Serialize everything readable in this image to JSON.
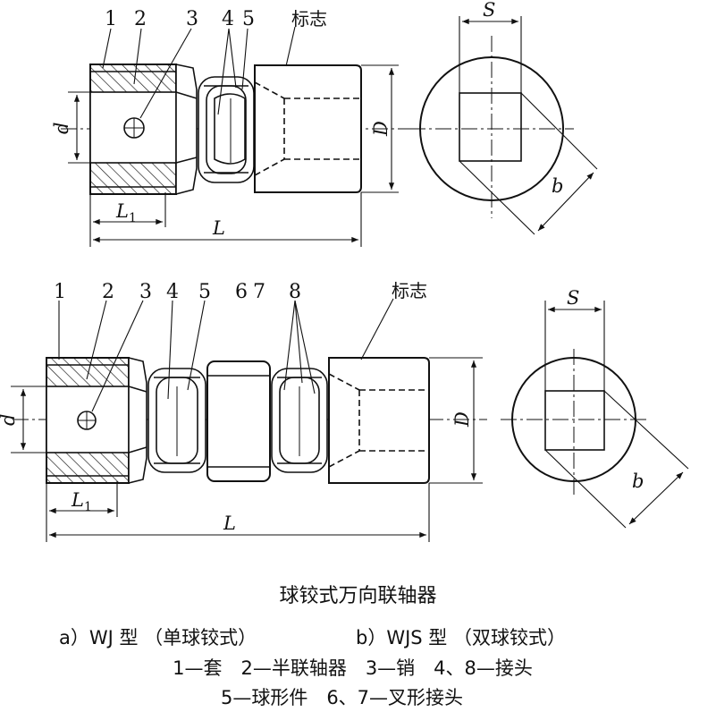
{
  "part_numbers_a": [
    "1",
    "2",
    "3",
    "4",
    "5"
  ],
  "part_numbers_b": [
    "1",
    "2",
    "3",
    "4",
    "5",
    "6",
    "7",
    "8"
  ],
  "mark_label": "标志",
  "dims": {
    "d": "d",
    "D": "D",
    "L1": "L",
    "L1_sub": "1",
    "L": "L",
    "S": "S",
    "b": "b"
  },
  "caption": {
    "title": "球铰式万向联轴器",
    "line1_a": "a）WJ 型 （单球铰式）",
    "line1_b": "b）WJS 型 （双球铰式）",
    "line2": "1—套　2—半联轴器　3—销　4、8—接头",
    "line3": "5—球形件　6、7—叉形接头"
  }
}
